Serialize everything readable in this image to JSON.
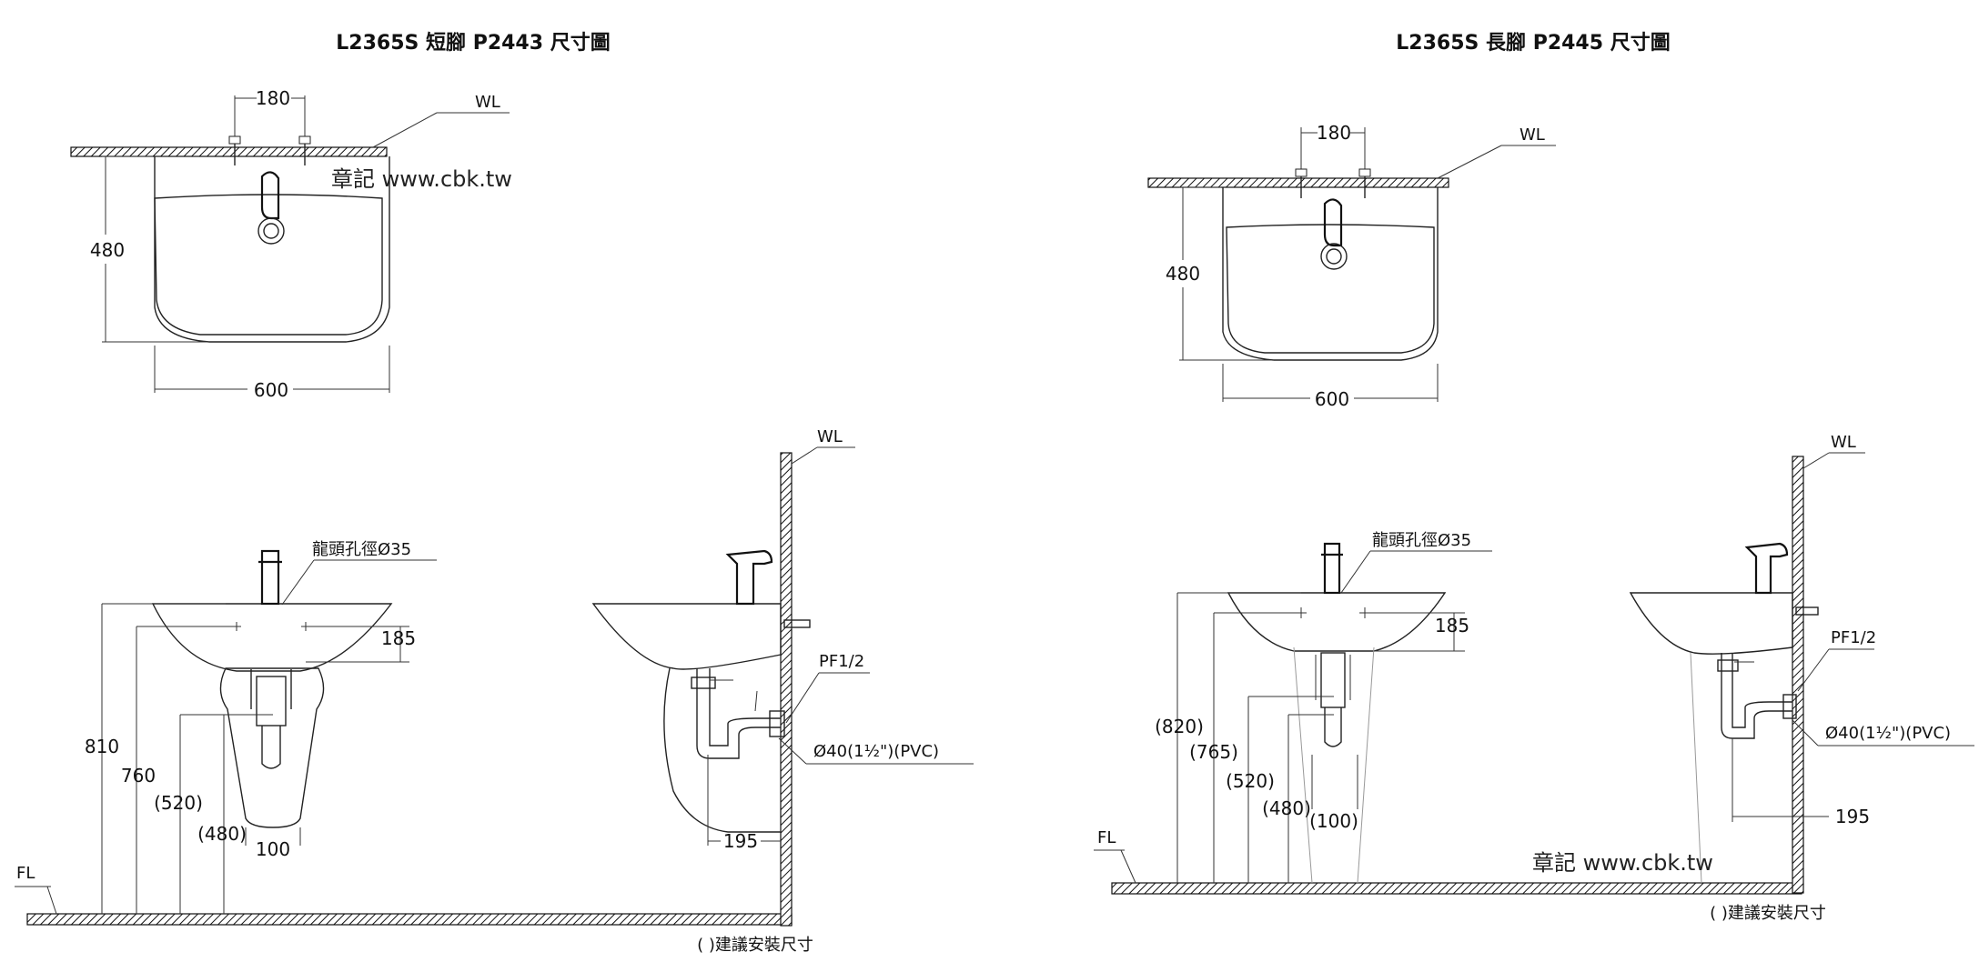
{
  "left": {
    "title": "L2365S 短腳 P2443 尺寸圖",
    "top_view": {
      "tap_spacing": "180",
      "depth": "480",
      "width": "600",
      "wall_label": "WL",
      "watermark": "章記 www.cbk.tw"
    },
    "front_view": {
      "faucet_hole": "龍頭孔徑Ø35",
      "dim_810": "810",
      "dim_760": "760",
      "dim_520": "(520)",
      "dim_480": "(480)",
      "dim_185": "185",
      "dim_100": "100",
      "floor_label": "FL"
    },
    "side_view": {
      "wall_label": "WL",
      "pf": "PF1/2",
      "pipe": "Ø40(1½\")(PVC)",
      "dim_195": "195"
    },
    "note": "( )建議安裝尺寸"
  },
  "right": {
    "title": "L2365S 長腳 P2445 尺寸圖",
    "top_view": {
      "tap_spacing": "180",
      "depth": "480",
      "width": "600",
      "wall_label": "WL"
    },
    "front_view": {
      "faucet_hole": "龍頭孔徑Ø35",
      "dim_820": "(820)",
      "dim_765": "(765)",
      "dim_520": "(520)",
      "dim_480": "(480)",
      "dim_185": "185",
      "dim_100": "(100)",
      "floor_label": "FL"
    },
    "side_view": {
      "wall_label": "WL",
      "pf": "PF1/2",
      "pipe": "Ø40(1½\")(PVC)",
      "dim_195": "195"
    },
    "watermark": "章記 www.cbk.tw",
    "note": "( )建議安裝尺寸"
  }
}
